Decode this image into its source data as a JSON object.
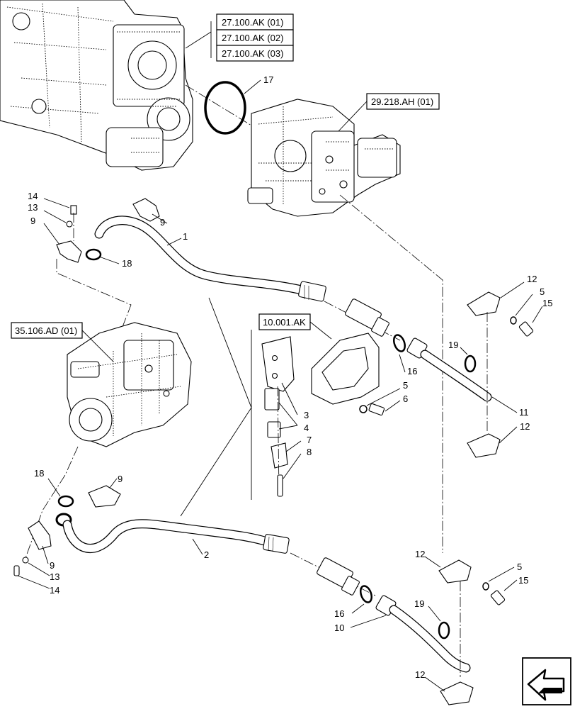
{
  "references": {
    "drive_refs": [
      "27.100.AK (01)",
      "27.100.AK (02)",
      "27.100.AK (03)"
    ],
    "pump_ref": "29.218.AH (01)",
    "lower_pump_ref": "35.106.AD (01)",
    "bracket_ref": "10.001.AK"
  },
  "callouts": {
    "c1": "1",
    "c2": "2",
    "c3": "3",
    "c4": "4",
    "c5a": "5",
    "c5b": "5",
    "c5c": "5",
    "c6": "6",
    "c7": "7",
    "c8": "8",
    "c9a": "9",
    "c9b": "9",
    "c9c": "9",
    "c9d": "9",
    "c10": "10",
    "c11": "11",
    "c12a": "12",
    "c12b": "12",
    "c12c": "12",
    "c12d": "12",
    "c13a": "13",
    "c13b": "13",
    "c14a": "14",
    "c14b": "14",
    "c15a": "15",
    "c15b": "15",
    "c16a": "16",
    "c16b": "16",
    "c17": "17",
    "c18a": "18",
    "c18b": "18",
    "c19a": "19",
    "c19b": "19"
  },
  "icons": {
    "nav": "previous-page-arrow-icon"
  }
}
